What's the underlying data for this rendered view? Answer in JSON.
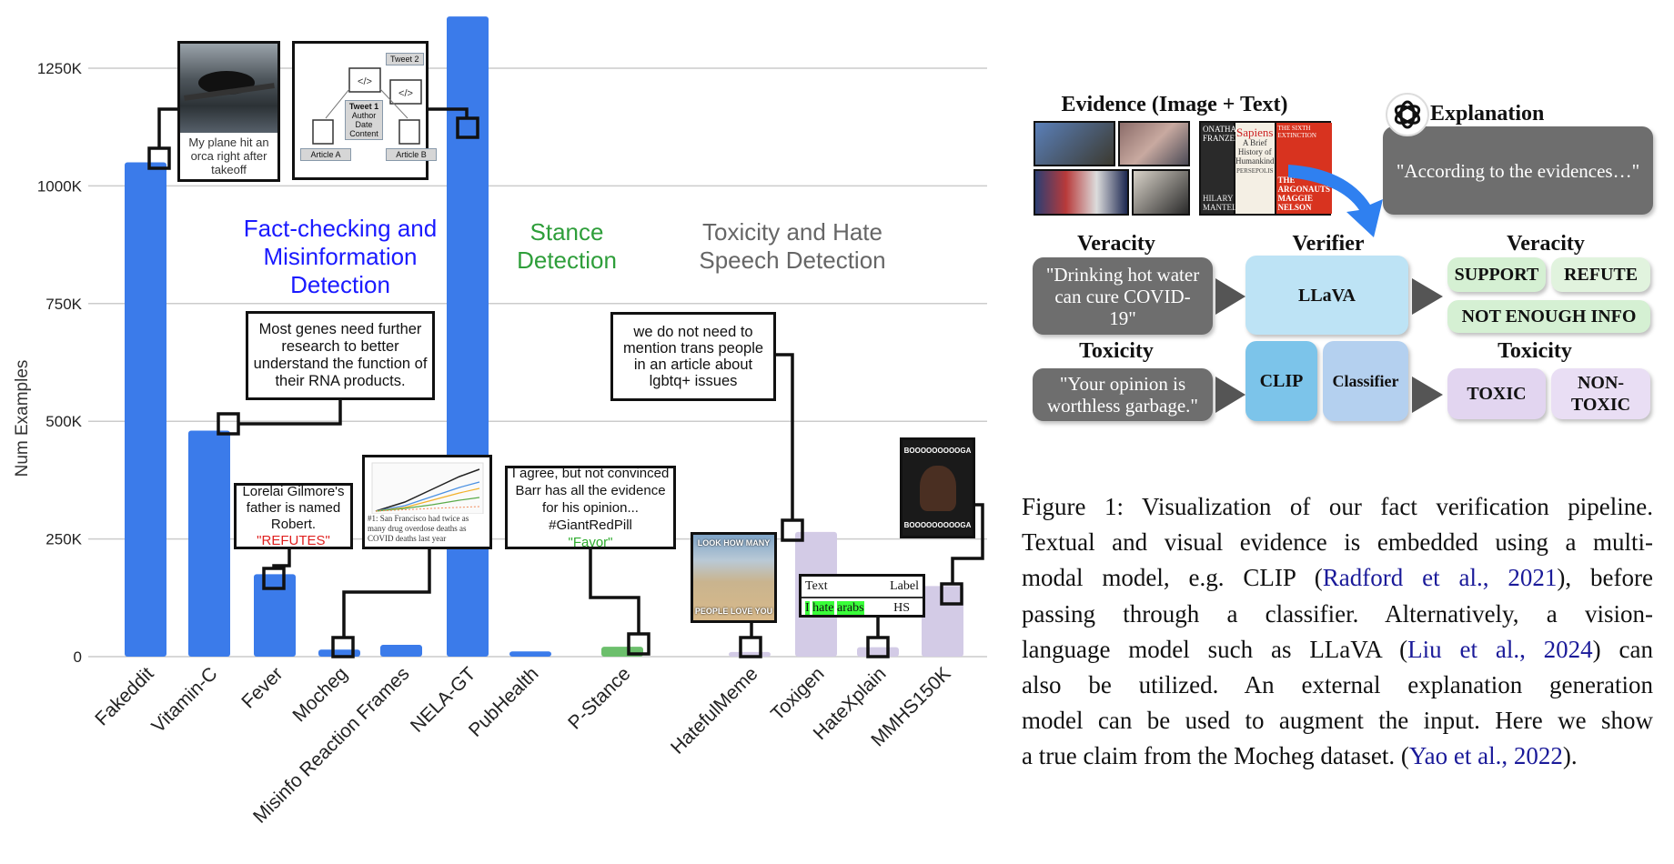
{
  "chart_data": {
    "type": "bar",
    "ylabel": "Num Examples",
    "xlabel": "",
    "ylim": [
      0,
      1380000
    ],
    "yticks": [
      {
        "v": 0,
        "label": "0"
      },
      {
        "v": 250000,
        "label": "250K"
      },
      {
        "v": 500000,
        "label": "500K"
      },
      {
        "v": 750000,
        "label": "750K"
      },
      {
        "v": 1000000,
        "label": "1000K"
      },
      {
        "v": 1250000,
        "label": "1250K"
      }
    ],
    "grid": true,
    "categories": [
      "Fakeddit",
      "Vitamin-C",
      "Fever",
      "Mocheg",
      "Misinfo Reaction Frames",
      "NELA-GT",
      "PubHealth",
      "P-Stance",
      "HatefulMeme",
      "Toxigen",
      "HateXplain",
      "MMHS150K"
    ],
    "values": [
      1050000,
      480000,
      175000,
      15000,
      25000,
      1360000,
      11000,
      21000,
      10000,
      265000,
      20000,
      150000
    ],
    "groups": [
      "fact",
      "fact",
      "fact",
      "fact",
      "fact",
      "fact",
      "fact",
      "stance",
      "hate",
      "hate",
      "hate",
      "hate"
    ],
    "group_labels": {
      "fact": {
        "label": "Fact-checking and Misinformation Detection",
        "color": "#1a1aff"
      },
      "stance": {
        "label": "Stance Detection",
        "color": "#2e9e3a"
      },
      "hate": {
        "label": "Toxicity and Hate Speech Detection",
        "color": "#666666"
      }
    },
    "colors": {
      "fact": "#3b7bea",
      "stance": "#6cbf6c",
      "hate": "#d3cbe6"
    }
  },
  "annotations": {
    "orca": "My plane hit an orca right after takeoff",
    "diagram": {
      "tweet2": "Tweet 2",
      "tweet1": "Tweet 1",
      "author": "Author",
      "date": "Date",
      "content": "Content",
      "article_a": "Article A",
      "article_b": "Article B"
    },
    "genes": "Most genes need further research to better understand the function of their RNA products.",
    "lorelai": "Lorelai Gilmore's father is named Robert.",
    "lorelai_label": "\"REFUTES\"",
    "overdose": "#1: San Francisco had twice as many drug overdose deaths as COVID deaths last year",
    "barr": "I agree, but not convinced Barr has all the evidence for his opinion... #GiantRedPill",
    "barr_label": "\"Favor\"",
    "trans": "we do not need to mention trans people in an article about lgbtq+ issues",
    "meme_top": "LOOK HOW MANY",
    "meme_bottom": "PEOPLE LOVE YOU",
    "table": {
      "col_text": "Text",
      "col_label": "Label",
      "text_words": [
        "I",
        "hate",
        "arabs"
      ],
      "label": "HS"
    },
    "mmhs_top": "BOOOOOOOOOGA",
    "mmhs_bottom": "BOOOOOOOOOGA"
  },
  "pipeline": {
    "evidence_title": "Evidence (Image + Text)",
    "books": [
      "ONATHAN FRANZEN",
      "Sapiens",
      "A Brief History of Humankind",
      "THE SIXTH EXTINCTION",
      "HILARY MANTEL",
      "PERSEPOLIS",
      "THE ARGONAUTS",
      "MAGGIE NELSON"
    ],
    "explanation_title": "Explanation",
    "explanation_text": "\"According to the evidences…\"",
    "veracity_in": "Veracity",
    "verifier": "Verifier",
    "veracity_out": "Veracity",
    "claim": "\"Drinking hot water can cure COVID-19\"",
    "llava": "LLaVA",
    "support": "SUPPORT",
    "refute": "REFUTE",
    "nei": "NOT ENOUGH INFO",
    "toxicity_in": "Toxicity",
    "toxicity_out": "Toxicity",
    "toxic_claim": "\"Your opinion is worthless garbage.\"",
    "clip": "CLIP",
    "classifier": "Classifier",
    "toxic": "TOXIC",
    "nontoxic": "NON-TOXIC"
  },
  "caption": {
    "lines": [
      [
        {
          "t": "Figure 1: Visualization of our fact verification pipeline."
        }
      ],
      [
        {
          "t": "Textual and visual evidence is embedded using a multi-"
        }
      ],
      [
        {
          "t": "modal model, e.g. CLIP ("
        },
        {
          "t": "Radford et al., 2021",
          "link": true
        },
        {
          "t": "), before"
        }
      ],
      [
        {
          "t": "passing through a classifier.  Alternatively, a vision-"
        }
      ],
      [
        {
          "t": "language model such as LLaVA ("
        },
        {
          "t": "Liu et al., 2024",
          "link": true
        },
        {
          "t": ") can"
        }
      ],
      [
        {
          "t": "also be utilized.  An external explanation generation"
        }
      ],
      [
        {
          "t": "model can be used to augment the input. Here we show"
        }
      ],
      [
        {
          "t": "a true claim from the Mocheg dataset. ("
        },
        {
          "t": "Yao et al., 2022",
          "link": true
        },
        {
          "t": ")."
        }
      ]
    ]
  }
}
